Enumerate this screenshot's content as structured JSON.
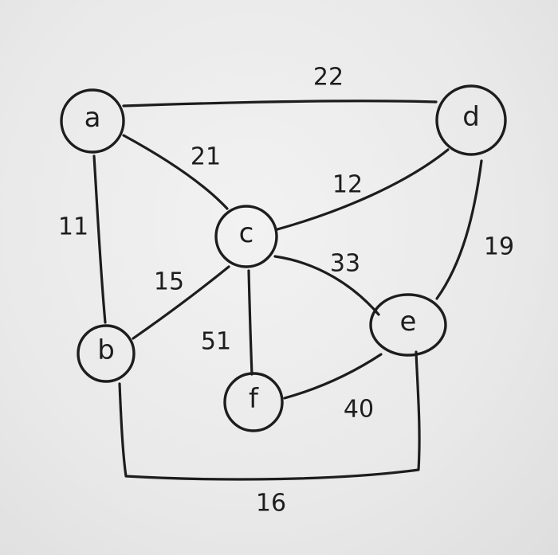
{
  "graph": {
    "nodes": [
      {
        "id": "a",
        "label": "a"
      },
      {
        "id": "b",
        "label": "b"
      },
      {
        "id": "c",
        "label": "c"
      },
      {
        "id": "d",
        "label": "d"
      },
      {
        "id": "e",
        "label": "e"
      },
      {
        "id": "f",
        "label": "f"
      }
    ],
    "edges": [
      {
        "id": "a-d",
        "from": "a",
        "to": "d",
        "weight": "22"
      },
      {
        "id": "a-c",
        "from": "a",
        "to": "c",
        "weight": "21"
      },
      {
        "id": "a-b",
        "from": "a",
        "to": "b",
        "weight": "11"
      },
      {
        "id": "c-d",
        "from": "c",
        "to": "d",
        "weight": "12"
      },
      {
        "id": "d-e",
        "from": "d",
        "to": "e",
        "weight": "19"
      },
      {
        "id": "c-e",
        "from": "c",
        "to": "e",
        "weight": "33"
      },
      {
        "id": "b-c",
        "from": "b",
        "to": "c",
        "weight": "15"
      },
      {
        "id": "c-f",
        "from": "c",
        "to": "f",
        "weight": "51"
      },
      {
        "id": "e-f",
        "from": "e",
        "to": "f",
        "weight": "40"
      },
      {
        "id": "b-e",
        "from": "b",
        "to": "e",
        "weight": "16"
      }
    ]
  }
}
